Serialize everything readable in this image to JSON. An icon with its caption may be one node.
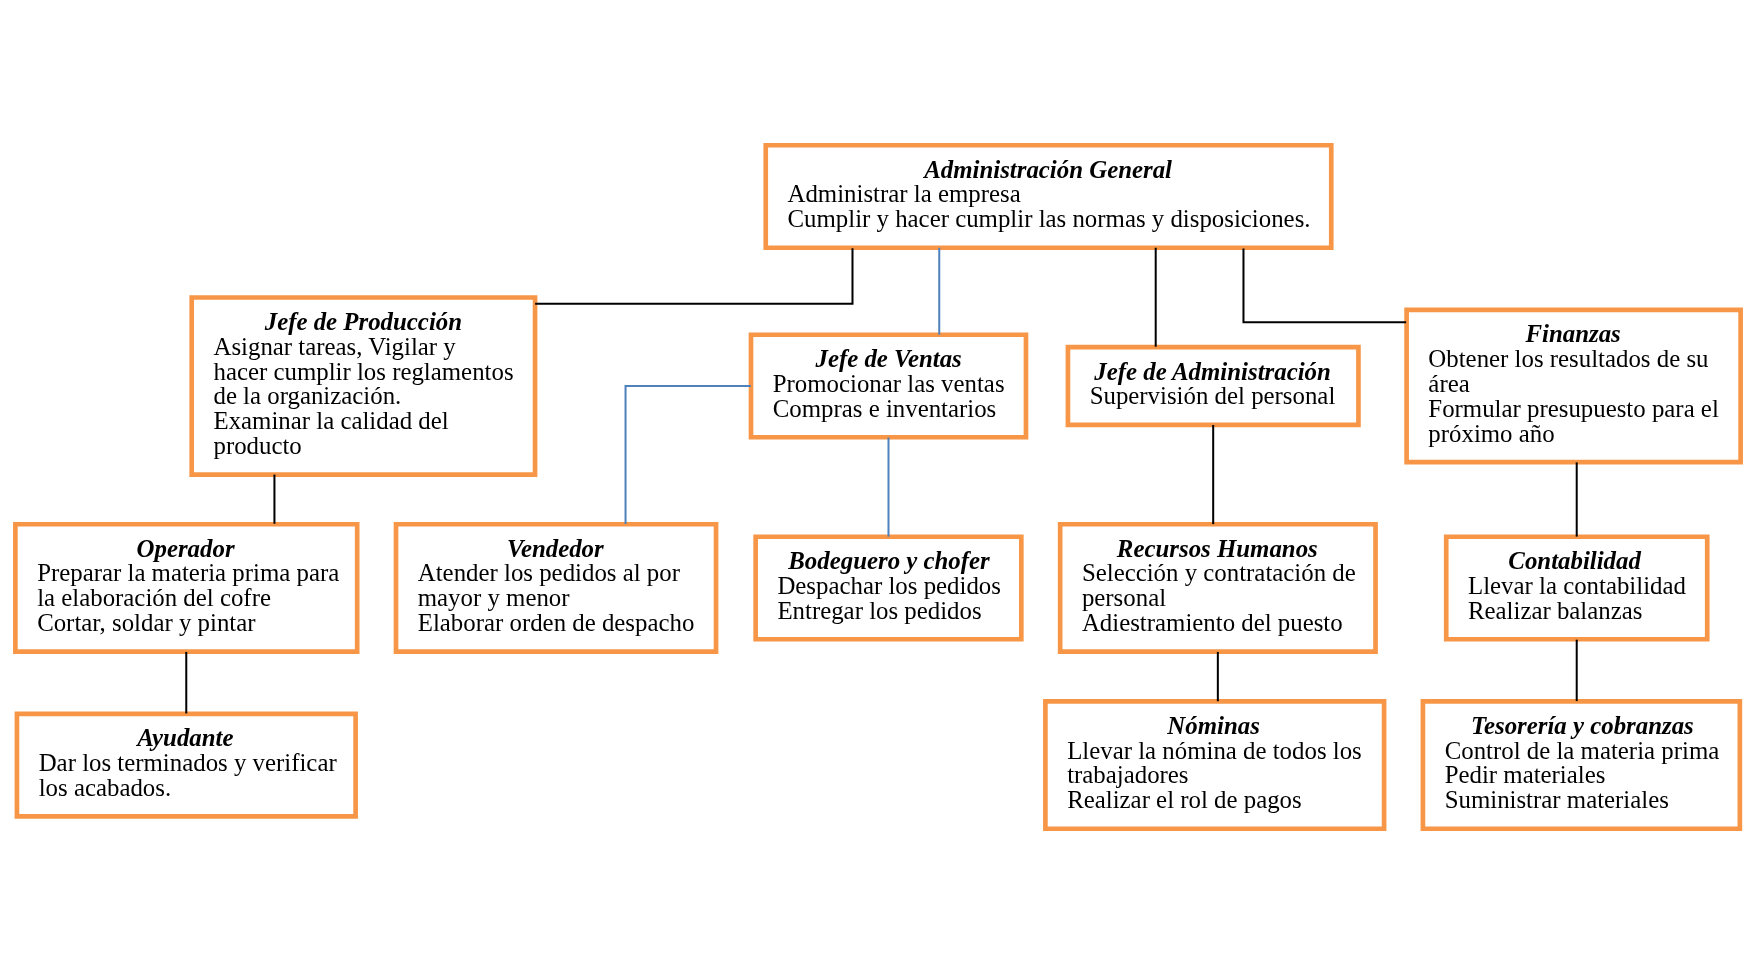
{
  "diagram": {
    "nodes": [
      {
        "text": [
          "Administración General",
          "Administrar la empresa",
          "Cumplir y hacer cumplir las normas y disposiciones."
        ]
      },
      {
        "text": [
          "Jefe de Producción",
          "Asignar tareas, Vigilar y hacer cumplir los reglamentos de la organización.",
          "Examinar la calidad del producto"
        ]
      },
      {
        "text": [
          "Operador",
          "Preparar la materia prima para la elaboración del cofre",
          "Cortar, soldar y pintar"
        ]
      },
      {
        "text": [
          "Ayudante",
          "Dar los terminados y verificar los acabados."
        ]
      },
      {
        "text": [
          "Jefe de Ventas",
          "Promocionar las ventas",
          "Compras e inventarios"
        ]
      },
      {
        "text": [
          "Vendedor",
          "Atender los pedidos al por mayor y menor",
          "Elaborar orden de despacho"
        ]
      },
      {
        "text": [
          "Bodeguero y chofer",
          "Despachar los pedidos",
          "Entregar los pedidos"
        ]
      },
      {
        "text": [
          "Jefe de Administración",
          "Supervisión del personal"
        ]
      },
      {
        "text": [
          "Recursos Humanos",
          "Selección y contratación de personal",
          "Adiestramiento del puesto"
        ]
      },
      {
        "text": [
          "Nóminas",
          "Llevar la nómina de todos los trabajadores",
          "Realizar el rol de pagos"
        ]
      },
      {
        "text": [
          "Finanzas",
          "Obtener los resultados de su área",
          "Formular presupuesto para el próximo año"
        ]
      },
      {
        "text": [
          "Contabilidad",
          "Llevar la contabilidad",
          "Realizar balanzas"
        ]
      },
      {
        "text": [
          "Tesorería y cobranzas",
          "Control de la materia prima",
          "Pedir materiales",
          "Suministrar materiales"
        ]
      }
    ],
    "edges": [
      {
        "from": 0,
        "to": 1,
        "arrow": "none"
      },
      {
        "from": 0,
        "to": 4,
        "arrow": "none",
        "color": "#4f81bd"
      },
      {
        "from": 0,
        "to": 7,
        "arrow": "none"
      },
      {
        "from": 0,
        "to": 10,
        "arrow": "none"
      },
      {
        "from": 1,
        "to": 2,
        "arrow": "none"
      },
      {
        "from": 2,
        "to": 3,
        "arrow": "none"
      },
      {
        "from": 4,
        "to": 5,
        "arrow": "none",
        "color": "#4f81bd"
      },
      {
        "from": 4,
        "to": 6,
        "arrow": "none",
        "color": "#4f81bd"
      },
      {
        "from": 7,
        "to": 8,
        "arrow": "none"
      },
      {
        "from": 8,
        "to": 9,
        "arrow": "none"
      },
      {
        "from": 10,
        "to": 11,
        "arrow": "none"
      },
      {
        "from": 11,
        "to": 12,
        "arrow": "none"
      }
    ]
  }
}
